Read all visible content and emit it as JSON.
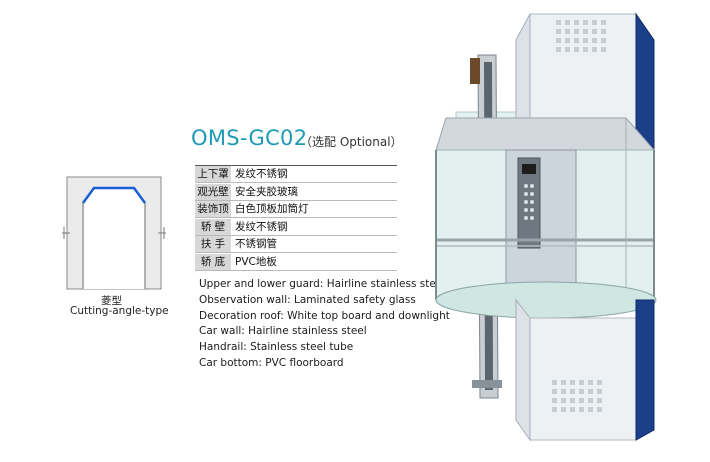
{
  "model": {
    "name": "OMS-GC02",
    "note": "（选配 Optional）"
  },
  "specs": [
    {
      "label": "上下罩",
      "value": "发纹不锈钢"
    },
    {
      "label": "观光壁",
      "value": "安全夹胶玻璃"
    },
    {
      "label": "装饰顶",
      "value": "白色顶板加筒灯"
    },
    {
      "label": "轿  壁",
      "value": "发纹不锈钢"
    },
    {
      "label": "扶  手",
      "value": "不锈钢管"
    },
    {
      "label": "轿  底",
      "value": "PVC地板"
    }
  ],
  "descriptions": [
    "Upper and lower guard: Hairline stainless steel",
    "Observation wall: Laminated safety glass",
    "Decoration roof: White top board and downlight",
    "Car wall: Hairline stainless steel",
    "Handrail: Stainless steel tube",
    "Car bottom: PVC floorboard"
  ],
  "shape": {
    "label_cn": "菱型",
    "label_en": "Cutting-angle-type"
  },
  "colors": {
    "title": "#1f9ab6",
    "shape_outline": "#1a5fd6",
    "glass": "#dff0ef",
    "panel_blue": "#1c3f8a"
  }
}
